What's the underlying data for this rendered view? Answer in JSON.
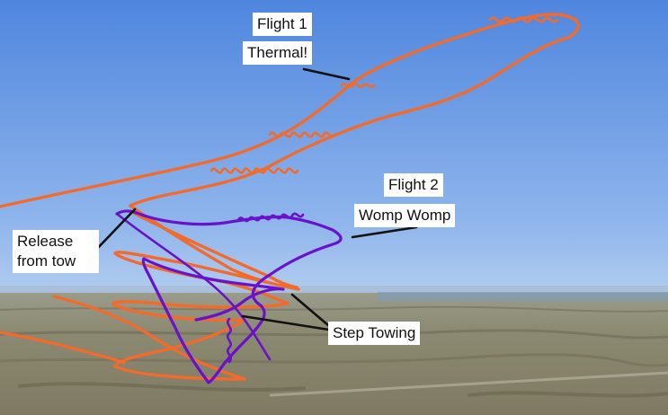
{
  "annotations": {
    "flight1": "Flight 1",
    "thermal": "Thermal!",
    "flight2": "Flight 2",
    "womp": "Womp Womp",
    "release": "Release from tow",
    "step_towing": "Step Towing"
  },
  "colors": {
    "flight1_track": "#f26b2c",
    "flight2_track": "#6a12c9",
    "leader_line": "#111111",
    "sky_top": "#4f86de",
    "sky_bottom": "#a9c8ee",
    "ground": "#8a8a74"
  },
  "icons": {
    "flight1": "orange-flight-track",
    "flight2": "purple-flight-track",
    "leaders": "annotation-leader-lines"
  }
}
